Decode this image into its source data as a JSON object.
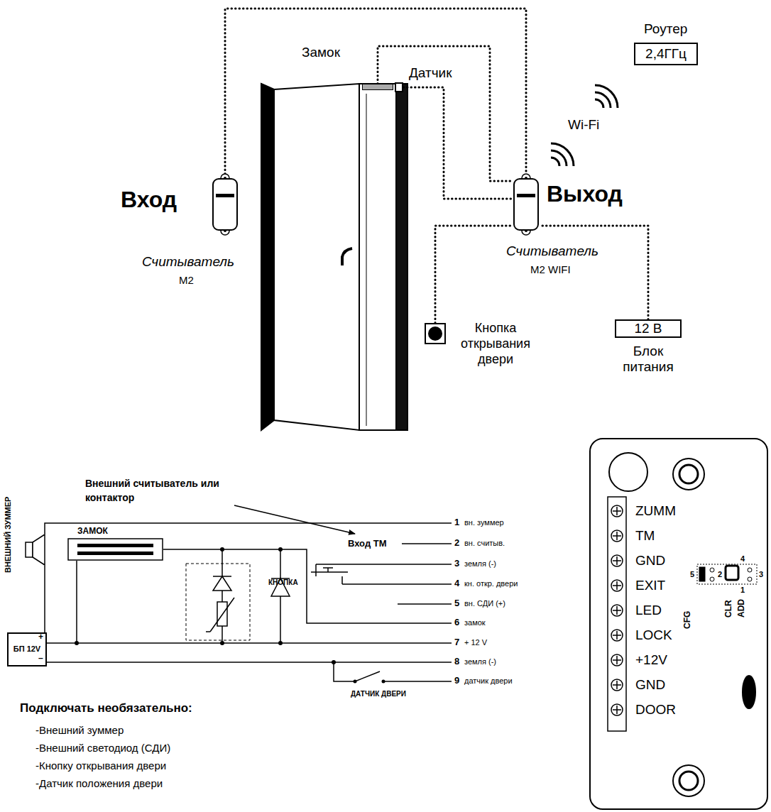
{
  "diagram": {
    "nodes": [
      {
        "text": [
          "Роутер",
          "2,4ГГц"
        ]
      },
      {
        "text": [
          "Замок"
        ]
      },
      {
        "text": [
          "Датчик"
        ]
      },
      {
        "text": [
          "Вход",
          "Считыватель",
          "M2"
        ]
      },
      {
        "text": [
          "Выход",
          "Считыватель",
          "M2 WIFI"
        ]
      },
      {
        "text": [
          "Кнопка открывания двери"
        ]
      },
      {
        "text": [
          "12 В",
          "Блок питания"
        ]
      },
      {
        "text": [
          "ЗАМОК"
        ]
      },
      {
        "text": [
          "ВНЕШНИЙ ЗУММЕР"
        ]
      },
      {
        "text": [
          "+",
          "БП 12V",
          "–"
        ]
      }
    ],
    "edges": [
      {
        "from": 3,
        "to": 4,
        "arrow": "none"
      },
      {
        "from": 1,
        "to": 4,
        "arrow": "none"
      },
      {
        "from": 2,
        "to": 4,
        "arrow": "none"
      },
      {
        "from": 5,
        "to": 4,
        "arrow": "none"
      },
      {
        "from": 6,
        "to": 4,
        "arrow": "none"
      },
      {
        "from": 9,
        "to": 7,
        "arrow": "none"
      },
      {
        "from": 9,
        "to": 8,
        "arrow": "none"
      }
    ],
    "labels": [
      "Wi-Fi",
      "Внешний считыватель или контактор",
      "Вход ТМ",
      "1",
      "вн. зуммер",
      "2",
      "вн. считыв.",
      "3",
      "земля (-)",
      "4",
      "кн. откр. двери",
      "5",
      "вн. СДИ (+)",
      "6",
      "замок",
      "7",
      "+ 12 V",
      "8",
      "земля (-)",
      "9",
      "датчик двери",
      "КНОПКА",
      "ДАТЧИК ДВЕРИ",
      "Подключать необязательно:",
      "-Внешний зуммер",
      "-Внешний светодиод (СДИ)",
      "-Кнопку открывания двери",
      "-Датчик положения двери",
      "ZUMM",
      "TM",
      "GND",
      "EXIT",
      "LED",
      "LOCK",
      "+12V",
      "GND",
      "DOOR",
      "CFG",
      "CLR",
      "ADD",
      "5",
      "2",
      "4",
      "3",
      "1"
    ]
  }
}
